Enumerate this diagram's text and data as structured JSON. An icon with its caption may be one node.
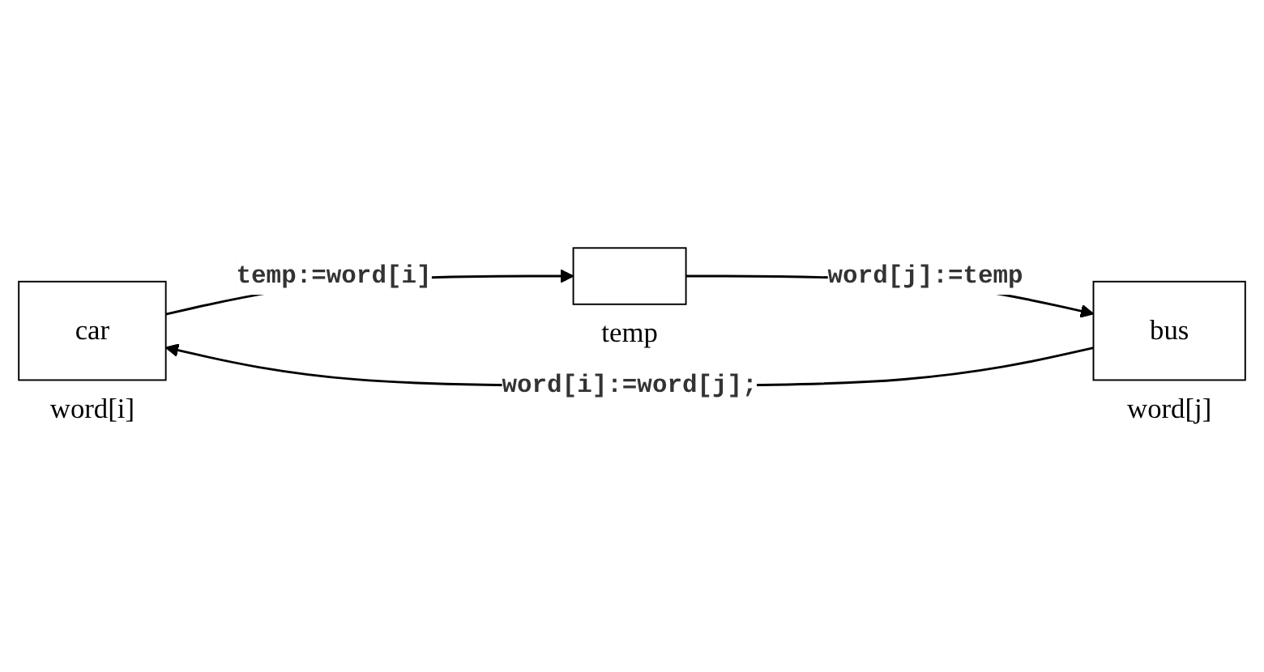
{
  "diagram": {
    "nodes": [
      {
        "text": [
          "car"
        ],
        "beside": [
          "word[i]"
        ]
      },
      {
        "text": [
          "bus"
        ],
        "beside": [
          "word[j]"
        ]
      },
      {
        "text": [],
        "shape": "box",
        "beside": [
          "temp"
        ]
      }
    ],
    "edges": [
      {
        "from": 1,
        "to": 0,
        "arrow": "to",
        "label": "word[i]:=word[j];"
      },
      {
        "from": 0,
        "to": 2,
        "arrow": "to",
        "label": "temp:=word[i]"
      },
      {
        "from": 2,
        "to": 1,
        "arrow": "to",
        "label": "word[j]:=temp"
      }
    ]
  }
}
